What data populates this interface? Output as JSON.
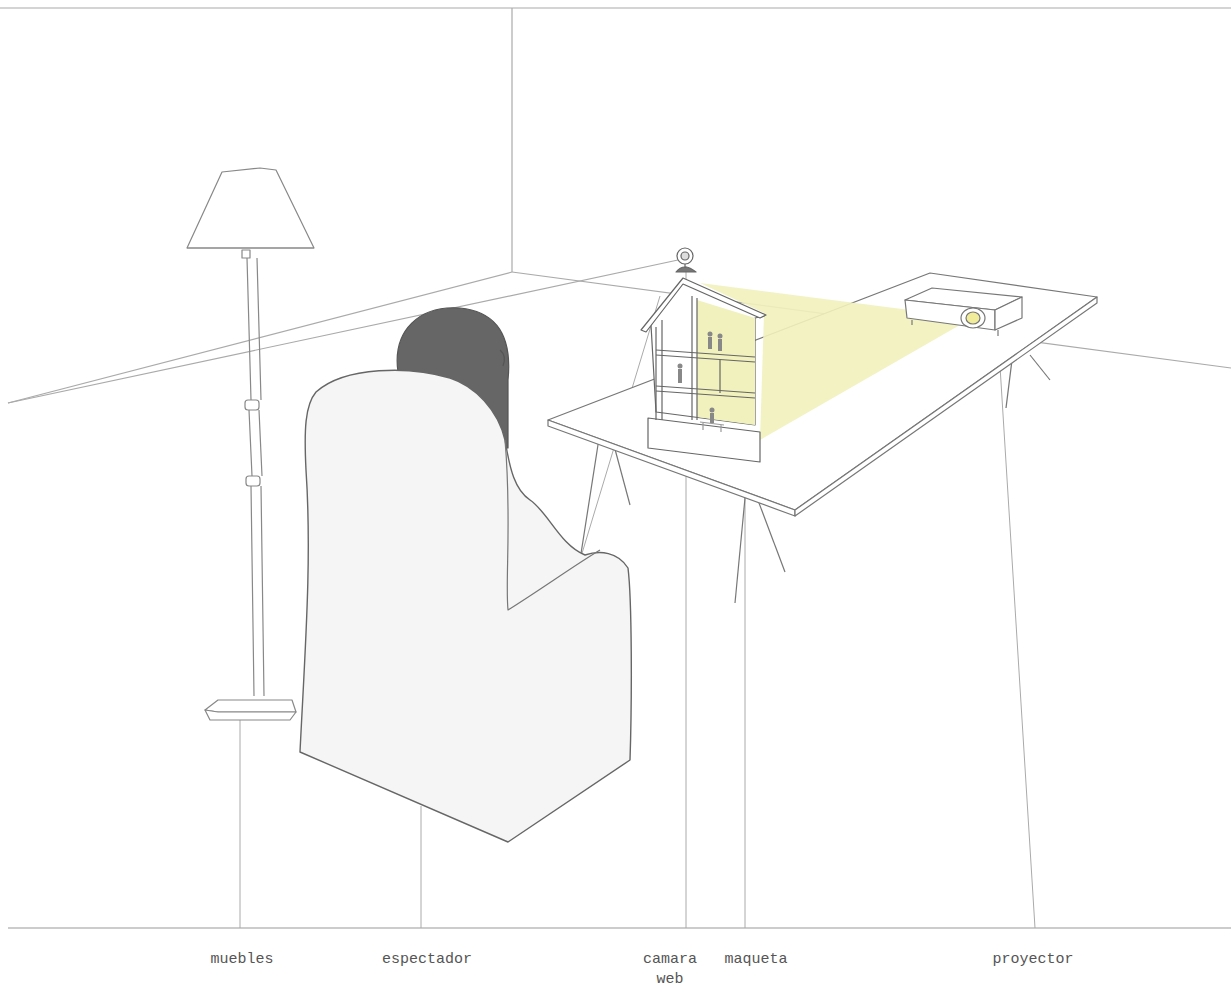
{
  "diagram": {
    "labels": [
      "muebles",
      "espectador",
      "camara web",
      "maqueta",
      "proyector"
    ]
  }
}
